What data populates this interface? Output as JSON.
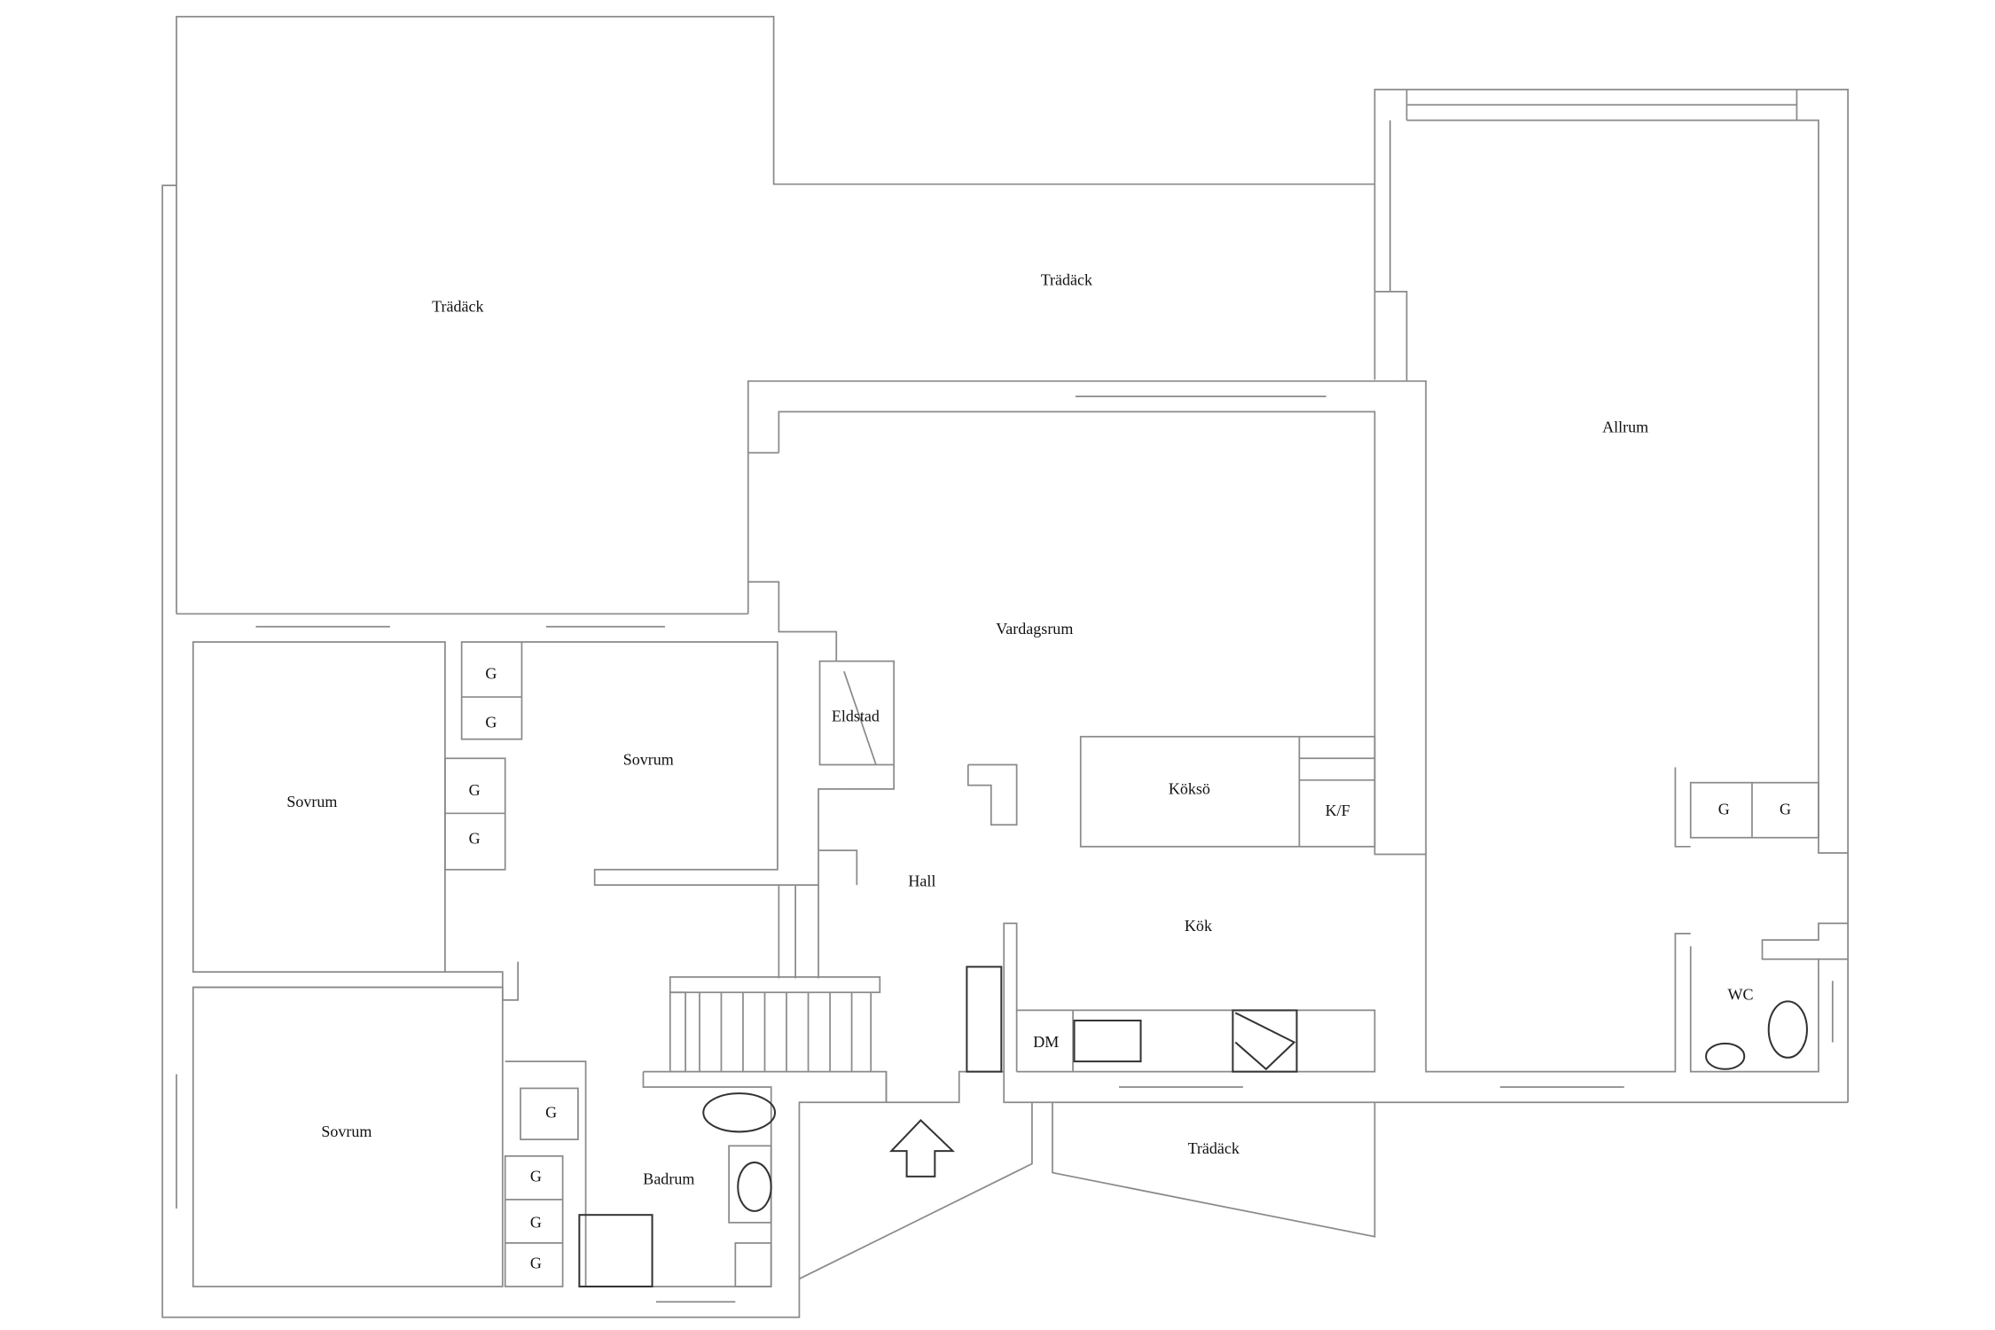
{
  "plan": {
    "rooms": {
      "deck_left": "Trädäck",
      "deck_top": "Trädäck",
      "allrum": "Allrum",
      "vardagsrum": "Vardagsrum",
      "eldstad": "Eldstad",
      "sovrum_mid": "Sovrum",
      "sovrum_left": "Sovrum",
      "koksö": "Köksö",
      "kf": "K/F",
      "hall": "Hall",
      "kok": "Kök",
      "wc": "WC",
      "dm": "DM",
      "sovrum_bottom": "Sovrum",
      "badrum": "Badrum",
      "deck_bottom": "Trädäck"
    },
    "wardrobe_label": "G"
  }
}
